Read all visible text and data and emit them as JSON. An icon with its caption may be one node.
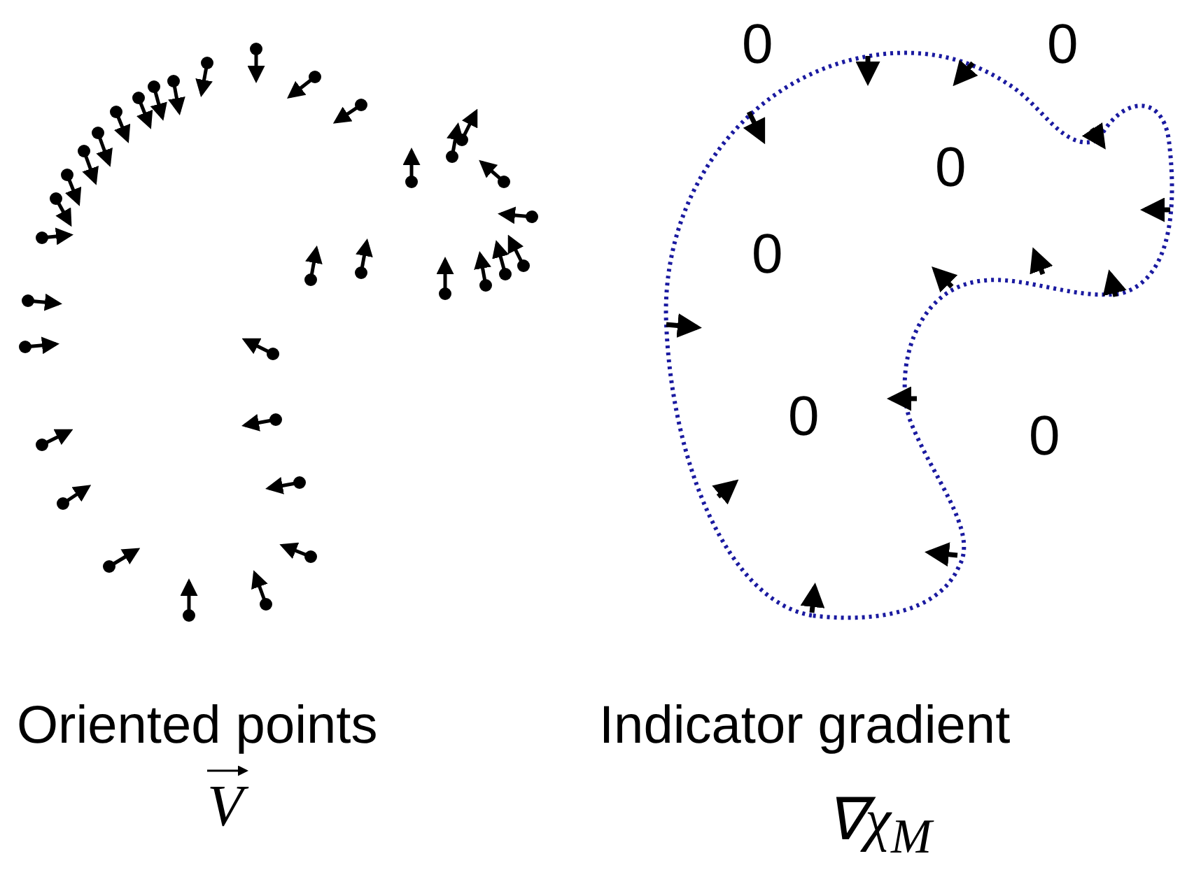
{
  "diagram": {
    "labels": [
      "0",
      "0",
      "0",
      "0",
      "0",
      "0",
      "Oriented points",
      "Indicator gradient",
      "V",
      "∇χ$_{M}$"
    ]
  }
}
